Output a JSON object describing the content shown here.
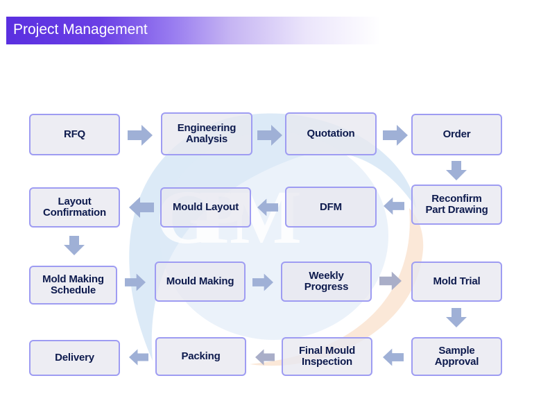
{
  "header": {
    "title": "Project Management"
  },
  "watermark": {
    "text": "GPM",
    "colors": {
      "blue": "#cfe0f3",
      "orange": "#fbe3cf"
    }
  },
  "colors": {
    "header_start": "#5a2fe0",
    "box_border": "#9e9cf2",
    "box_fill": "#e8e8f0",
    "box_text": "#0d1a4d",
    "arrow": "#9fb0d6"
  },
  "steps": [
    {
      "id": 1,
      "label": "RFQ"
    },
    {
      "id": 2,
      "label": "Engineering Analysis"
    },
    {
      "id": 3,
      "label": "Quotation"
    },
    {
      "id": 4,
      "label": "Order"
    },
    {
      "id": 5,
      "label": "Reconfirm Part Drawing"
    },
    {
      "id": 6,
      "label": "DFM"
    },
    {
      "id": 7,
      "label": "Mould Layout"
    },
    {
      "id": 8,
      "label": "Layout Confirmation"
    },
    {
      "id": 9,
      "label": "Mold Making Schedule"
    },
    {
      "id": 10,
      "label": "Mould Making"
    },
    {
      "id": 11,
      "label": "Weekly Progress"
    },
    {
      "id": 12,
      "label": "Mold Trial"
    },
    {
      "id": 13,
      "label": "Sample Approval"
    },
    {
      "id": 14,
      "label": "Final Mould Inspection"
    },
    {
      "id": 15,
      "label": "Packing"
    },
    {
      "id": 16,
      "label": "Delivery"
    }
  ],
  "flow": [
    {
      "from": 1,
      "to": 2,
      "direction": "right"
    },
    {
      "from": 2,
      "to": 3,
      "direction": "right"
    },
    {
      "from": 3,
      "to": 4,
      "direction": "right"
    },
    {
      "from": 4,
      "to": 5,
      "direction": "down"
    },
    {
      "from": 5,
      "to": 6,
      "direction": "left"
    },
    {
      "from": 6,
      "to": 7,
      "direction": "left"
    },
    {
      "from": 7,
      "to": 8,
      "direction": "left"
    },
    {
      "from": 8,
      "to": 9,
      "direction": "down"
    },
    {
      "from": 9,
      "to": 10,
      "direction": "right"
    },
    {
      "from": 10,
      "to": 11,
      "direction": "right"
    },
    {
      "from": 11,
      "to": 12,
      "direction": "right"
    },
    {
      "from": 12,
      "to": 13,
      "direction": "down"
    },
    {
      "from": 13,
      "to": 14,
      "direction": "left"
    },
    {
      "from": 14,
      "to": 15,
      "direction": "left"
    },
    {
      "from": 15,
      "to": 16,
      "direction": "left"
    }
  ]
}
